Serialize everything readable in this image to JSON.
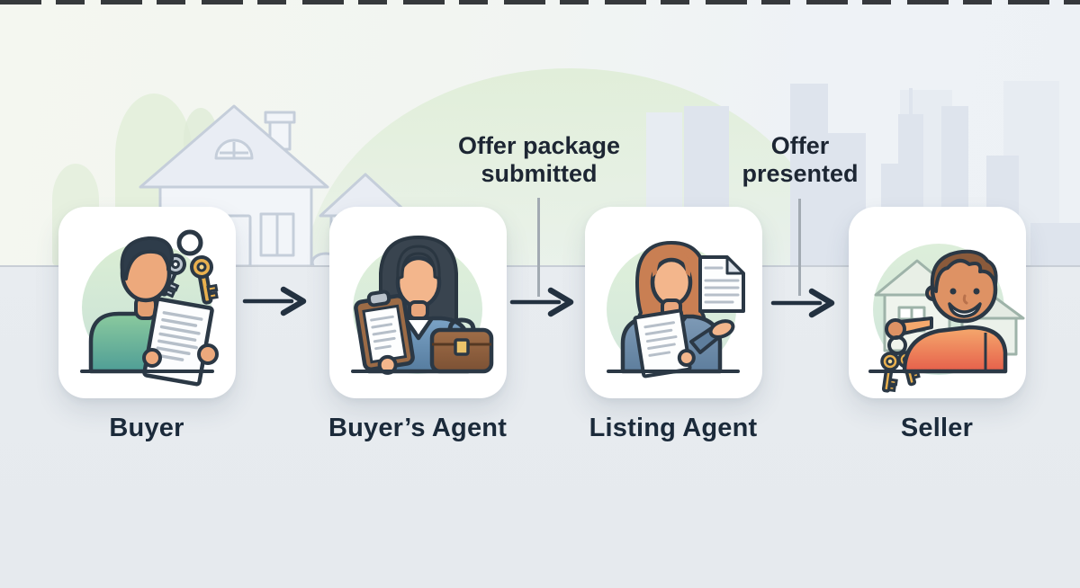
{
  "diagram": {
    "type": "real-estate-offer-flow",
    "steps": [
      {
        "label": "Buyer",
        "icon": "buyer-reading-offer-with-keys-icon"
      },
      {
        "label": "Buyer’s Agent",
        "icon": "agent-with-clipboard-and-briefcase-icon"
      },
      {
        "label": "Listing Agent",
        "icon": "agent-presenting-document-icon"
      },
      {
        "label": "Seller",
        "icon": "seller-holding-keys-icon"
      }
    ],
    "arrows": [
      {
        "from": "Buyer",
        "to": "Buyer’s Agent",
        "label_lines": [
          "",
          ""
        ]
      },
      {
        "from": "Buyer’s Agent",
        "to": "Listing Agent",
        "label_lines": [
          "Offer package",
          "submitted"
        ]
      },
      {
        "from": "Listing Agent",
        "to": "Seller",
        "label_lines": [
          "Offer",
          "presented"
        ]
      }
    ],
    "background": {
      "scene_left": "suburban-house-line-art-with-trees",
      "scene_right": "city-skyline-silhouette",
      "horizon_line": true
    },
    "colors": {
      "text": "#1b2a3a",
      "arrow": "#233140",
      "card_bg": "#ffffff",
      "circle_green": "#d9ecd5",
      "buyer_shirt": "#5ba793",
      "agent_blazer": "#5e82a6",
      "listing_blazer": "#6e8dab",
      "seller_shirt": "#ef8a5a",
      "key_gold": "#e9b04e",
      "key_silver": "#bcc6d0",
      "scene_line": "#c5ceda",
      "skyline_fill": "#dee4ed"
    }
  }
}
